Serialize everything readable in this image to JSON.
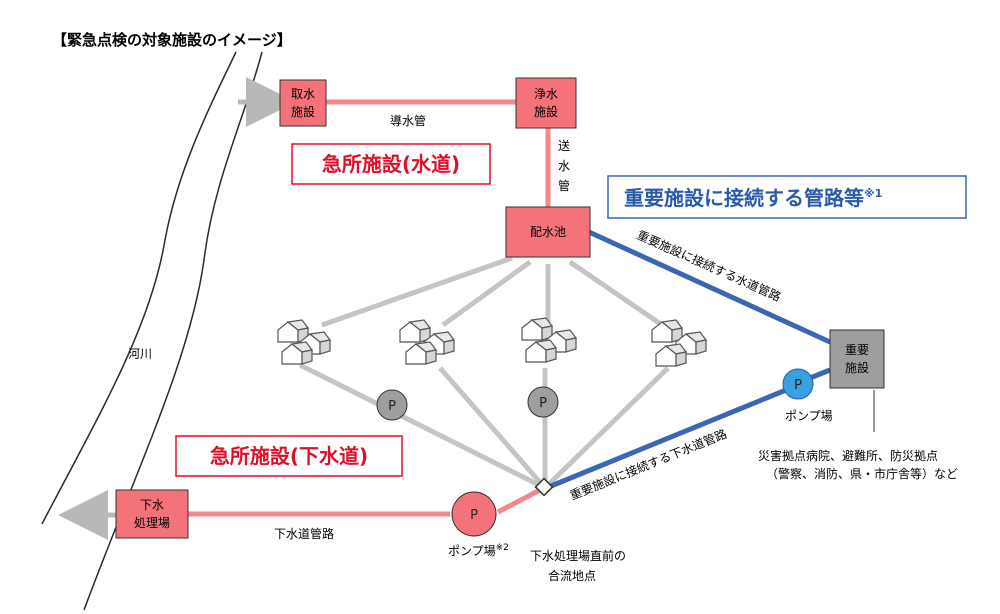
{
  "title": "【緊急点検の対象施設のイメージ】",
  "nodes": {
    "intake": [
      "取水",
      "施設"
    ],
    "purification": [
      "浄水",
      "施設"
    ],
    "reservoir": "配水池",
    "important": [
      "重要",
      "施設"
    ],
    "sewage_plant": [
      "下水",
      "処理場"
    ]
  },
  "labels": {
    "conveyance_pipe": "導水管",
    "transmission_pipe": [
      "送",
      "水",
      "管"
    ],
    "river": "河川",
    "sewer_pipe": "下水道管路",
    "water_pipe_to_important": "重要施設に接続する水道管路",
    "sewer_pipe_to_important": "重要施設に接続する下水道管路",
    "pump_station": "ポンプ場",
    "pump_station_2": "ポンプ場",
    "pump_station_2_note": "※2",
    "confluence": [
      "下水処理場直前の",
      "合流地点"
    ],
    "important_examples": [
      "災害拠点病院、避難所、防災拠点",
      "（警察、消防、県・市庁舎等）など"
    ],
    "pump_letter": "P"
  },
  "callouts": {
    "water_emergency": "急所施設(水道)",
    "sewer_emergency": "急所施設(下水道)",
    "important_pipes": "重要施設に接続する管路等",
    "important_pipes_note": "※1"
  },
  "colors": {
    "red_fill": "#f4737b",
    "red_line": "#f4868e",
    "red_text": "#e0102a",
    "blue_line": "#3a66b4",
    "blue_text": "#2a5aa8",
    "gray_line": "#c4c4c4",
    "gray_fill": "#9e9e9e"
  }
}
